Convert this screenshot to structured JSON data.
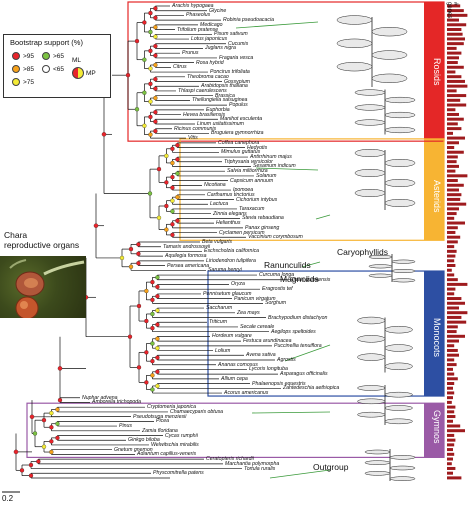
{
  "legend": {
    "title": "Bootstrap support (%)",
    "items": [
      ">95",
      ">85",
      ">75",
      ">65",
      "<65"
    ],
    "key_labels": [
      "ML",
      "MP"
    ],
    "colors": {
      ">95": "#e8242b",
      ">85": "#f7a21b",
      ">75": "#f4eb36",
      ">65": "#7cc242",
      "<65": "#ffffff"
    }
  },
  "chara_label": "Chara\nreproductive organs",
  "scale_label": "0.2",
  "genes_header": "# genes",
  "clades": {
    "rosids": "Rosids",
    "asterids": "Asterids",
    "monocots": "Monocots",
    "gymnos": "Gymnos",
    "caryophyllids": "Caryophyllids",
    "ranunculids": "Ranunculids",
    "magnolids": "Magnolids",
    "outgroup": "Outgroup"
  },
  "band_colors": {
    "rosids": "#e42727",
    "asterids": "#f7b433",
    "monocots": "#2d4fa3",
    "gymnos": "#9a5aa6",
    "bars": "#9e1b1e"
  },
  "taxa": [
    "Arachis hypogaea",
    "Glycine",
    "Phaseolus",
    "Robinia pseudoacacia",
    "Medicago",
    "Trifolium pratense",
    "Pisum sativum",
    "Lotus japonicus",
    "Cucumis",
    "Juglans nigra",
    "Prunus",
    "Fragaria vesca",
    "Rosa hybrid",
    "Citrus",
    "Poncirus trifoliata",
    "Theobroma cacao",
    "Gossypium",
    "Arabidopsis thaliana",
    "Thlaspi caerulescens",
    "Brassica",
    "Thellungiella salsuginea",
    "Populus",
    "Euphorbia",
    "Hevea brasiliensis",
    "Manihot esculenta",
    "Linum usitatissimum",
    "Ricinus communis",
    "Bruguiera gymnorrhiza",
    "Vitis",
    "Coffea canephora",
    "Hedyotis",
    "Mimulus guttatus",
    "Antirrhinum majus",
    "Triphysaria versicolor",
    "Sesamum indicum",
    "Salvia miltiorrhiza",
    "Solanum",
    "Capsicum annuum",
    "Nicotiana",
    "Ipomoea",
    "Carthamus tinctorius",
    "Cichorium intybus",
    "Lactuca",
    "Taraxacum",
    "Zinnia elegans",
    "Stevia rebaudiana",
    "Helianthus",
    "Panax ginseng",
    "Cyclamen persicum",
    "Vaccinium corymbosum",
    "Beta vulgaris",
    "Tamarix androssowii",
    "Eschscholzia californica",
    "Aquilegia formosa",
    "Liriodendron tulipifera",
    "Persea americana",
    "Saruma henryi",
    "Curcuma longa",
    "Elaeis guineensis",
    "Oryza",
    "Eragrostis tef",
    "Pennisetum glaucum",
    "Panicum virgatum",
    "Sorghum",
    "Saccharum",
    "Zea mays",
    "Brachypodium distachyon",
    "Triticum",
    "Secale cereale",
    "Aegilops speltoides",
    "Hordeum vulgare",
    "Festuca arundinacea",
    "Puccinellia tenuiflora",
    "Lolium",
    "Avena sativa",
    "Agrostis",
    "Ananas comosus",
    "Lycoris longituba",
    "Asparagus officinalis",
    "Allium cepa",
    "Phalaenopsis equestris",
    "Zantedeschia aethiopica",
    "Acorus americanus",
    "Nuphar advena",
    "Amborella trichopoda",
    "Cryptomeria japonica",
    "Chamaecyparis obtusa",
    "Pseudotsuga menziesii",
    "Picea",
    "Pinus",
    "Zamia floridana",
    "Cycas rumphii",
    "Ginkgo biloba",
    "Welwitschia mirabilis",
    "Gnetum gnemon",
    "Adiantum capillus-veneris",
    "Ceratopteris richardii",
    "Marchantia polymorpha",
    "Tortula ruralis",
    "Physcomitrella patens"
  ],
  "gene_counts": [
    0.55,
    0.7,
    0.85,
    0.5,
    0.8,
    0.6,
    0.65,
    0.75,
    0.7,
    0.4,
    0.6,
    0.5,
    0.45,
    0.7,
    0.35,
    0.6,
    0.75,
    0.85,
    0.4,
    0.8,
    0.55,
    0.8,
    0.35,
    0.5,
    0.7,
    0.45,
    0.6,
    0.25,
    0.75,
    0.5,
    0.3,
    0.7,
    0.45,
    0.4,
    0.5,
    0.35,
    0.85,
    0.45,
    0.7,
    0.5,
    0.6,
    0.55,
    0.8,
    0.5,
    0.4,
    0.3,
    0.75,
    0.45,
    0.35,
    0.55,
    0.45,
    0.3,
    0.4,
    0.35,
    0.3,
    0.35,
    0.2,
    0.3,
    0.45,
    0.85,
    0.35,
    0.3,
    0.6,
    0.75,
    0.5,
    0.85,
    0.6,
    0.8,
    0.45,
    0.4,
    0.75,
    0.5,
    0.3,
    0.45,
    0.5,
    0.3,
    0.4,
    0.25,
    0.3,
    0.45,
    0.3,
    0.25,
    0.3,
    0.25,
    0.2,
    0.35,
    0.3,
    0.35,
    0.25,
    0.55,
    0.75,
    0.3,
    0.35,
    0.3,
    0.25,
    0.3,
    0.25,
    0.2,
    0.35,
    0.25,
    0.6
  ]
}
